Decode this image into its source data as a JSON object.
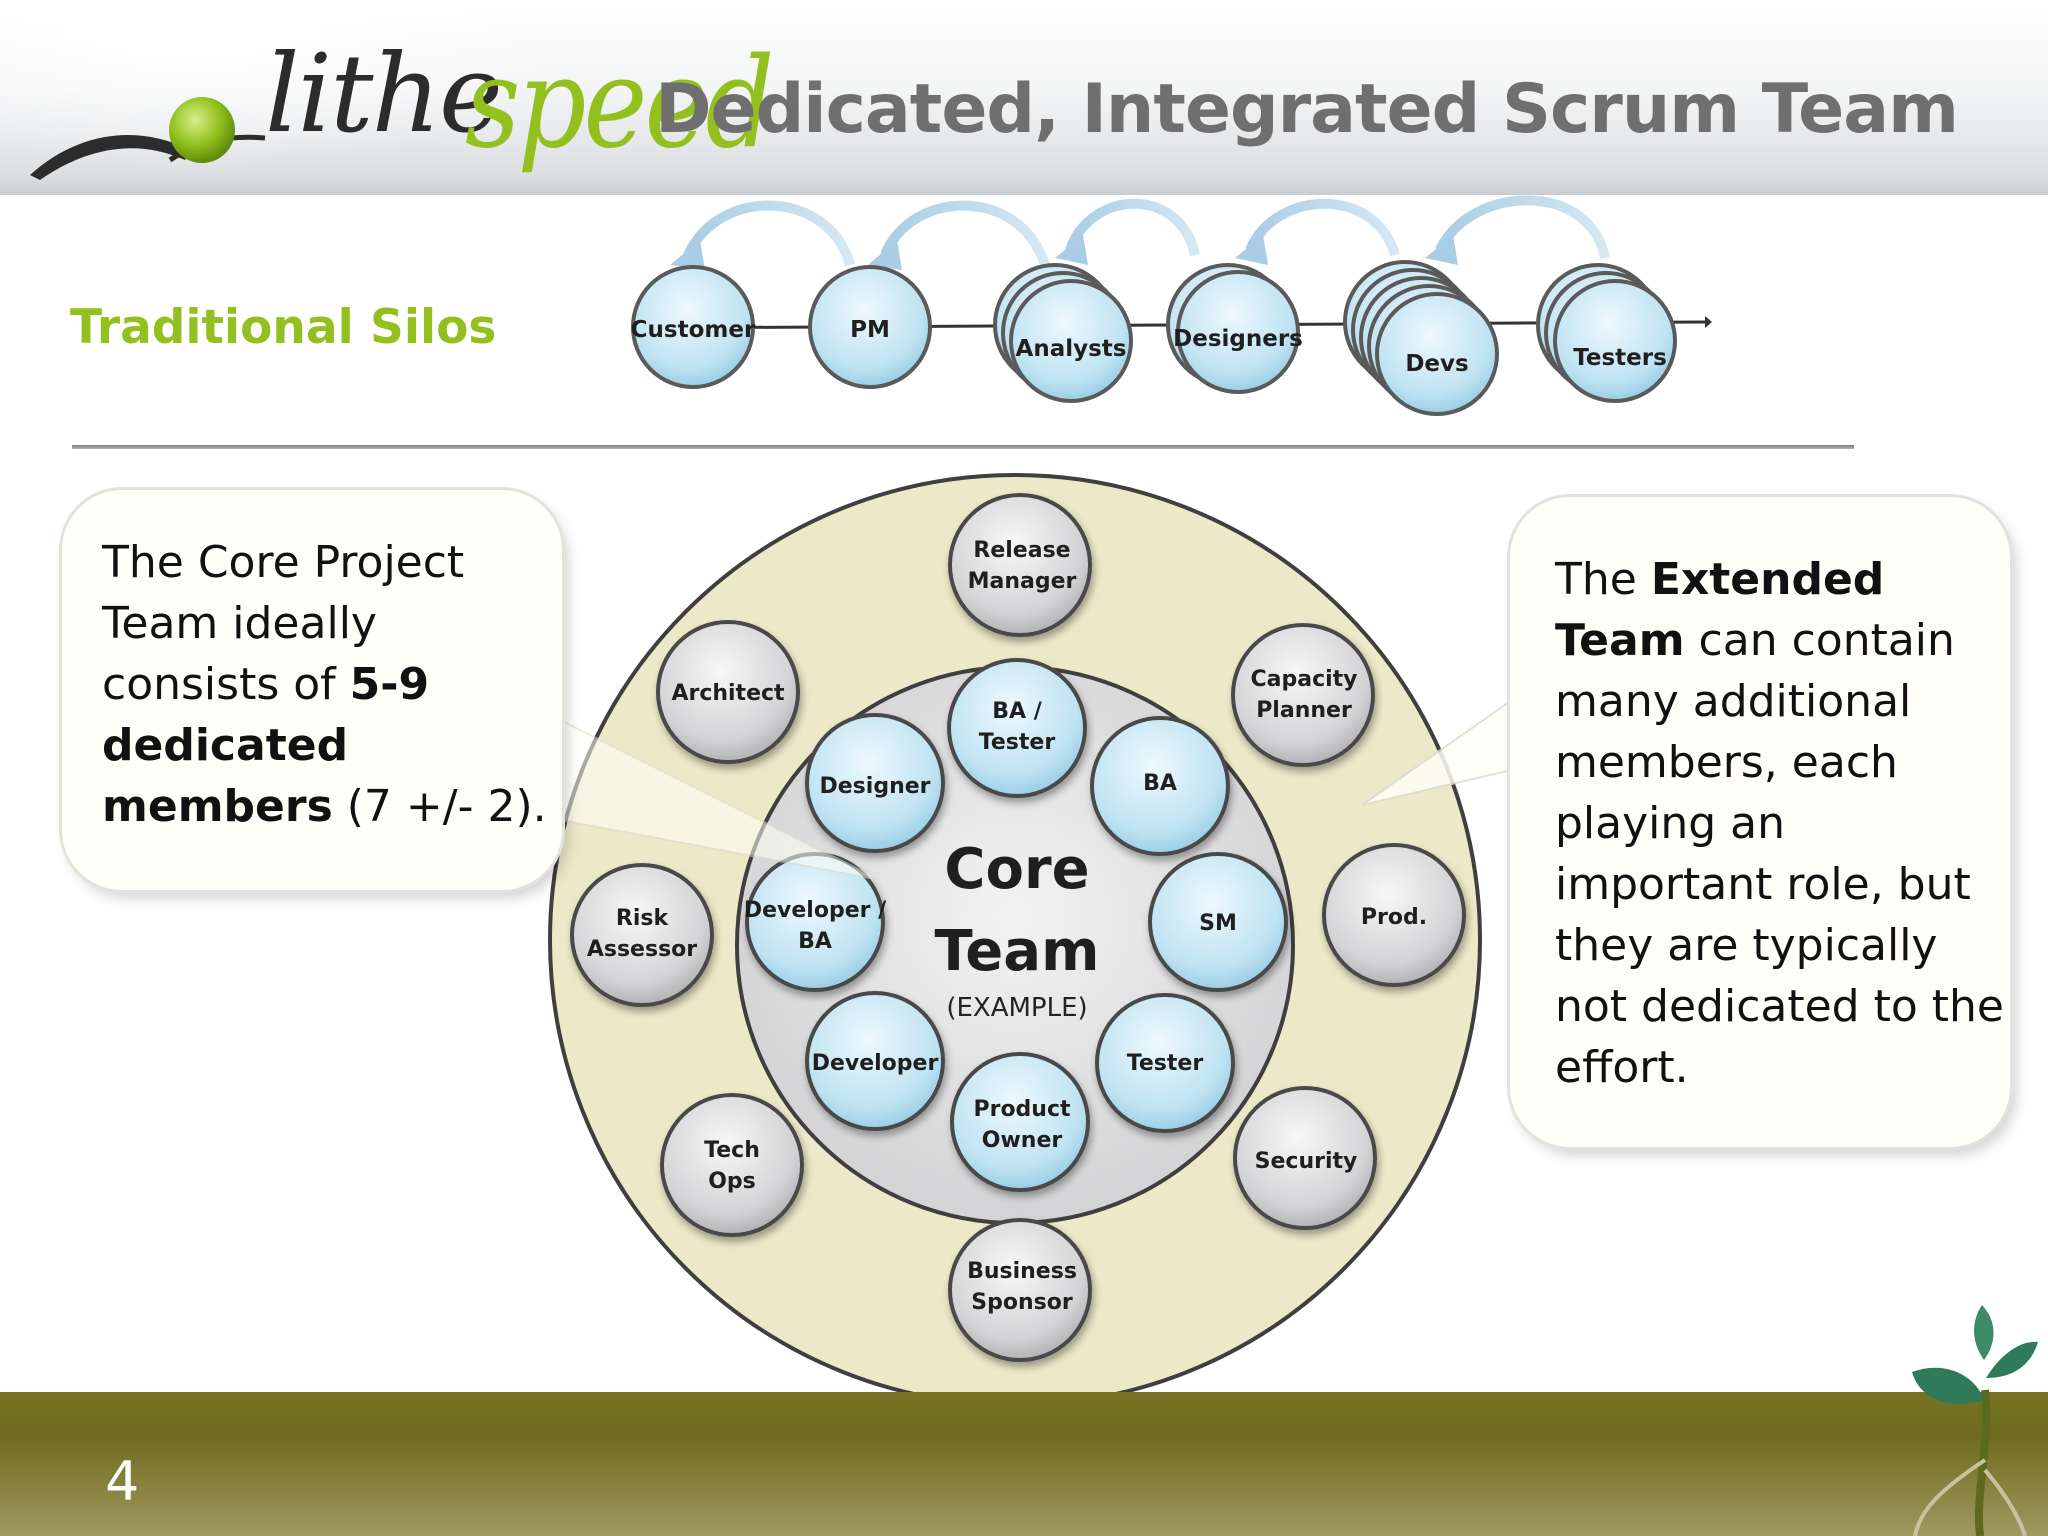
{
  "header": {
    "logo_lithe": "lithe",
    "logo_speed": "speed",
    "title": "Dedicated, Integrated Scrum Team"
  },
  "silos": {
    "label": "Traditional Silos",
    "nodes": [
      "Customer",
      "PM",
      "Analysts",
      "Designers",
      "Devs",
      "Testers"
    ]
  },
  "core": {
    "title_line1": "Core",
    "title_line2": "Team",
    "subtitle": "(EXAMPLE)",
    "members": {
      "ba_tester": [
        "BA /",
        "Tester"
      ],
      "ba": "BA",
      "sm": "SM",
      "tester": "Tester",
      "product_owner": [
        "Product",
        "Owner"
      ],
      "developer": "Developer",
      "developer_ba": [
        "Developer /",
        "BA"
      ],
      "designer": "Designer"
    }
  },
  "extended": {
    "release_manager": [
      "Release",
      "Manager"
    ],
    "capacity_planner": [
      "Capacity",
      "Planner"
    ],
    "prod": "Prod.",
    "security": "Security",
    "business_sponsor": [
      "Business",
      "Sponsor"
    ],
    "tech_ops": [
      "Tech",
      "Ops"
    ],
    "risk_assessor": [
      "Risk",
      "Assessor"
    ],
    "architect": "Architect"
  },
  "callout_left": {
    "t1": "The Core Project Team ideally consists of ",
    "b1": "5-9 dedicated members",
    "t2": " (7 +/- 2)."
  },
  "callout_right": {
    "t1": "The ",
    "b1": "Extended Team",
    "t2": " can contain many additional members, each playing an important role, but they are typically not dedicated to the effort."
  },
  "footer": {
    "page_number": "4"
  },
  "colors": {
    "accent_green": "#93c01f",
    "title_gray": "#6f6f6f",
    "core_blue": "#bfe3f2",
    "extended_gray": "#d4d4d6",
    "outer_ring": "#ece9c8",
    "ground": "#767423"
  }
}
